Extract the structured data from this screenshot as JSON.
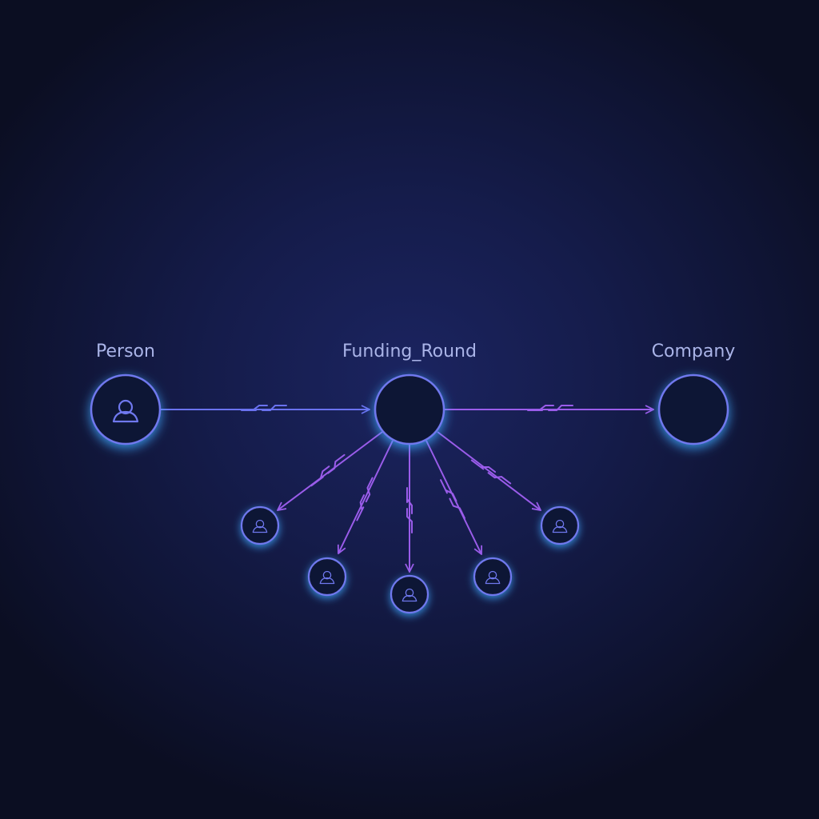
{
  "diagram": {
    "nodes": {
      "person": {
        "label": "Person",
        "icon": "person-icon"
      },
      "funding_round": {
        "label": "Funding_Round"
      },
      "company": {
        "label": "Company"
      }
    },
    "investors": [
      {
        "icon": "person-icon"
      },
      {
        "icon": "person-icon"
      },
      {
        "icon": "person-icon"
      },
      {
        "icon": "person-icon"
      },
      {
        "icon": "person-icon"
      }
    ],
    "edges": [
      {
        "from": "person",
        "to": "funding_round",
        "icon": "link-icon"
      },
      {
        "from": "funding_round",
        "to": "company",
        "icon": "link-icon"
      },
      {
        "from": "funding_round",
        "to": "investor-1",
        "icon": "link-icon"
      },
      {
        "from": "funding_round",
        "to": "investor-2",
        "icon": "link-icon"
      },
      {
        "from": "funding_round",
        "to": "investor-3",
        "icon": "link-icon"
      },
      {
        "from": "funding_round",
        "to": "investor-4",
        "icon": "link-icon"
      },
      {
        "from": "funding_round",
        "to": "investor-5",
        "icon": "link-icon"
      }
    ],
    "colors": {
      "background": "#0c0f22",
      "node_stroke": "#6f78ee",
      "node_fill": "#111634",
      "edge_blue": "#6a72f0",
      "edge_purple": "#9a5cea",
      "glow": "#3fa8ff",
      "label": "#aab4e8"
    }
  }
}
